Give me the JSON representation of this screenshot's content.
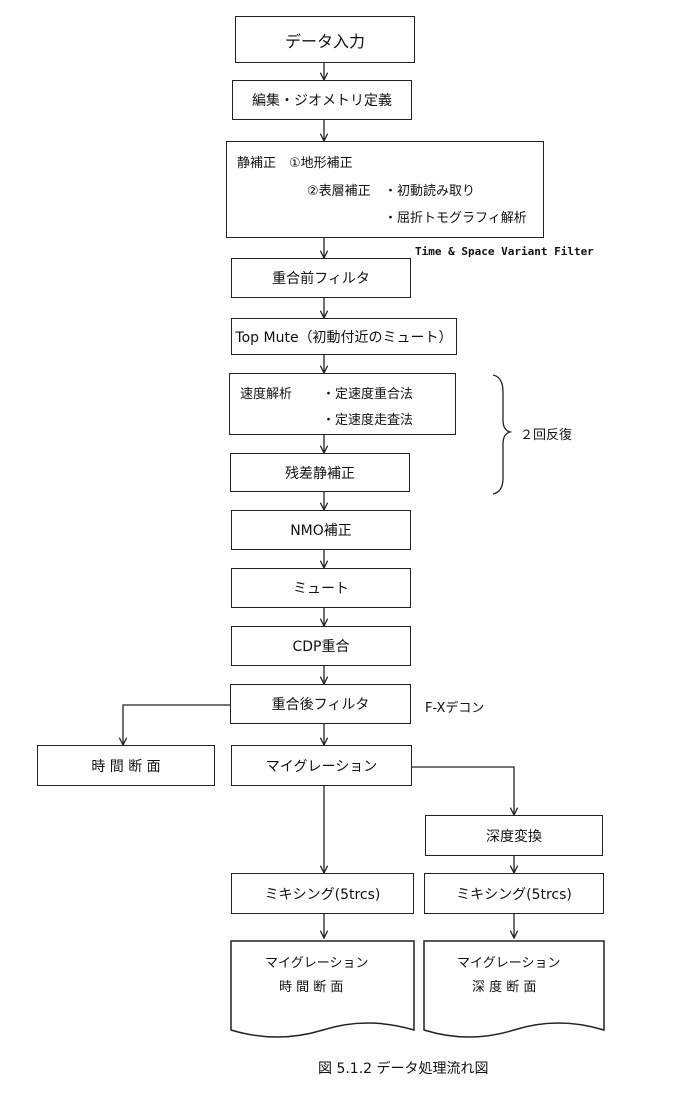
{
  "nodes": {
    "data_input": "データ入力",
    "edit_geometry": "編集・ジオメトリ定義",
    "static_correction": {
      "title": "静補正",
      "line1": "①地形補正",
      "line2": "②表層補正",
      "sub1": "・初動読み取り",
      "sub2": "・屈折トモグラフィ解析"
    },
    "prestack_filter": "重合前フィルタ",
    "top_mute": "Top Mute（初動付近のミュート）",
    "velocity_analysis": {
      "title": "速度解析",
      "method1": "・定速度重合法",
      "method2": "・定速度走査法"
    },
    "residual_static": "残差静補正",
    "nmo": "NMO補正",
    "mute": "ミュート",
    "cdp_stack": "CDP重合",
    "poststack_filter": "重合後フィルタ",
    "time_section": "時 間 断 面",
    "migration": "マイグレーション",
    "depth_conversion": "深度変換",
    "mixing_left": "ミキシング(5trcs)",
    "mixing_right": "ミキシング(5trcs)",
    "output_time": {
      "line1": "マイグレーション",
      "line2": "時 間 断 面"
    },
    "output_depth": {
      "line1": "マイグレーション",
      "line2": "深 度 断 面"
    }
  },
  "annotations": {
    "filter_note": "Time & Space Variant Filter",
    "iteration": "２回反復",
    "fx_decon": "F-Xデコン"
  },
  "caption": "図 5.1.2 データ処理流れ図"
}
